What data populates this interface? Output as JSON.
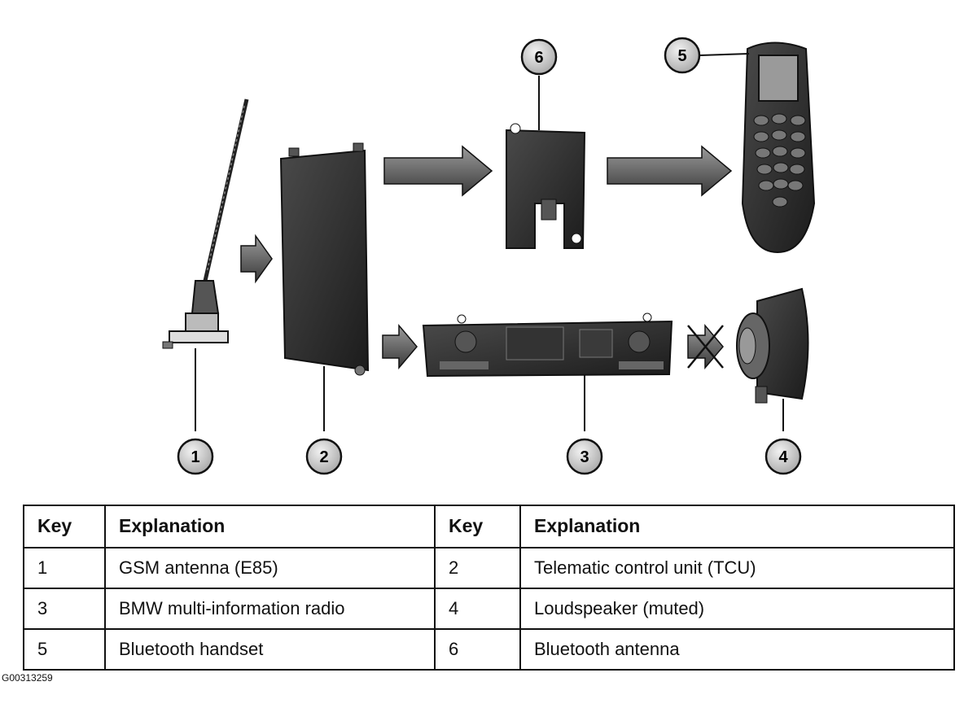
{
  "callouts": [
    {
      "id": "1",
      "label": "1"
    },
    {
      "id": "2",
      "label": "2"
    },
    {
      "id": "3",
      "label": "3"
    },
    {
      "id": "4",
      "label": "4"
    },
    {
      "id": "5",
      "label": "5"
    },
    {
      "id": "6",
      "label": "6"
    }
  ],
  "table": {
    "headers": [
      "Key",
      "Explanation",
      "Key",
      "Explanation"
    ],
    "rows": [
      [
        "1",
        "GSM antenna (E85)",
        "2",
        "Telematic control unit (TCU)"
      ],
      [
        "3",
        "BMW multi-information radio",
        "4",
        "Loudspeaker (muted)"
      ],
      [
        "5",
        "Bluetooth handset",
        "6",
        "Bluetooth antenna"
      ]
    ]
  },
  "figure_code": "G00313259",
  "colors": {
    "ink": "#111111",
    "component_dark": "#2a2a2a",
    "arrow_fill": "#6a6a6a",
    "callout_fill": "#cfcfcf"
  }
}
